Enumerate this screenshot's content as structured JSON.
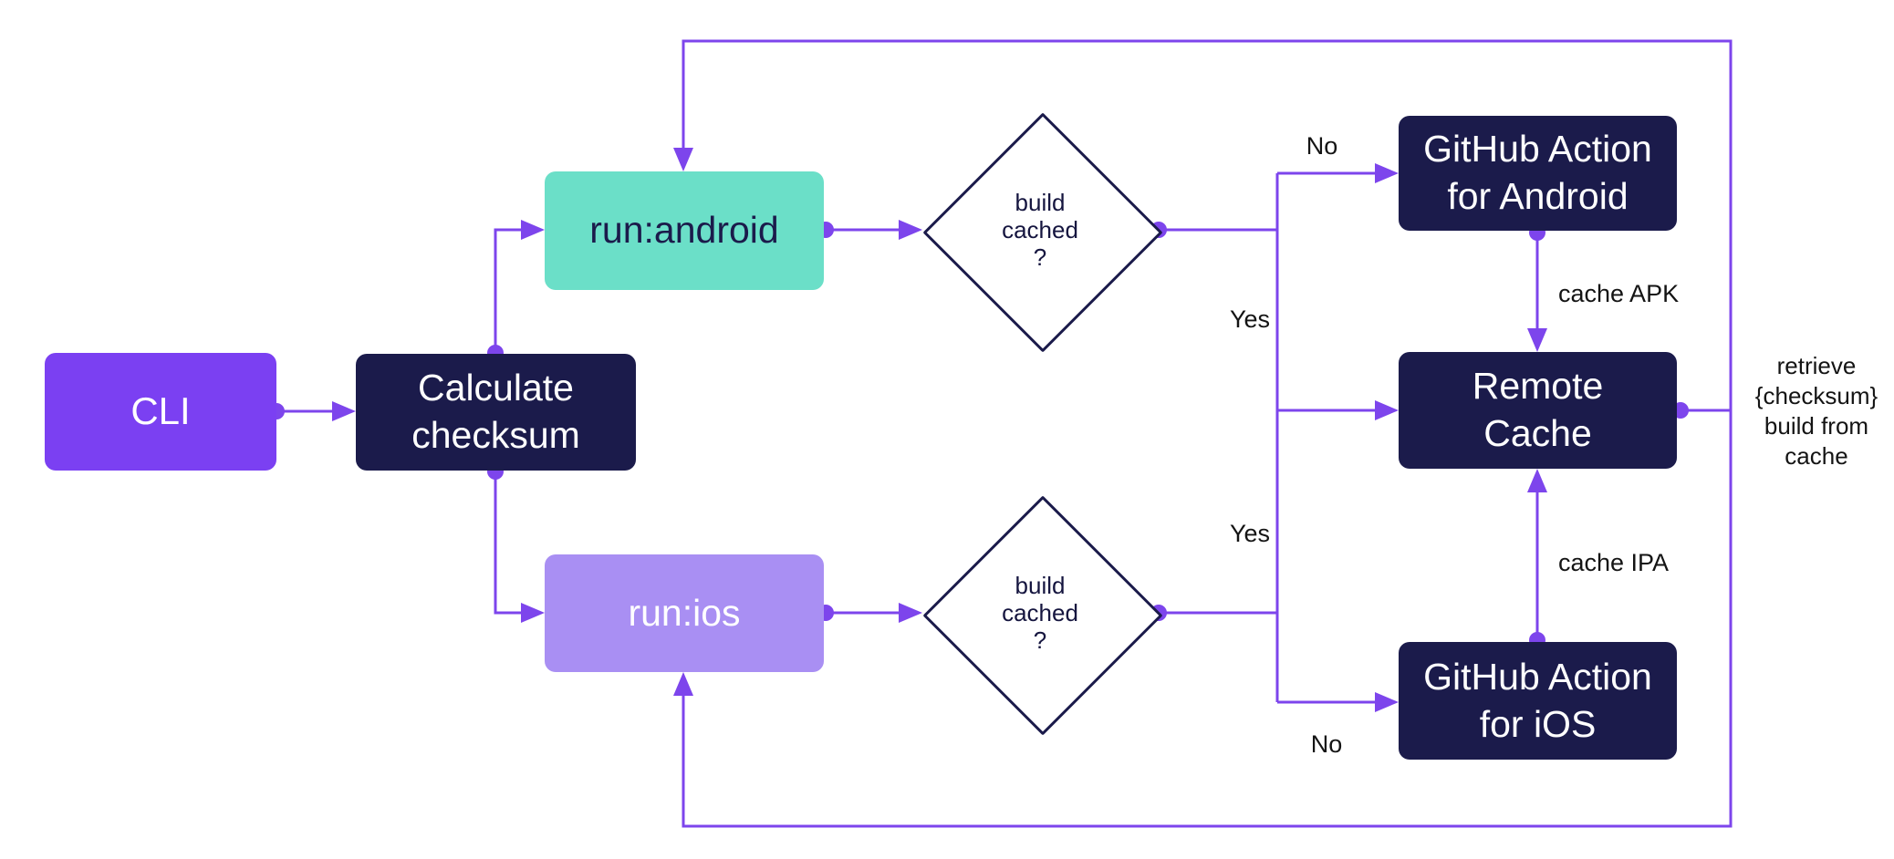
{
  "colors": {
    "purple": "#7b40f2",
    "line": "#7d45ec",
    "navy": "#1b1b4b",
    "teal": "#6bdfc8",
    "lavender": "#a98ff3",
    "diamond_text": "#15153f",
    "label_text": "#141414"
  },
  "nodes": {
    "cli": {
      "label": "CLI"
    },
    "calculate_checksum": {
      "label": "Calculate\nchecksum"
    },
    "run_android": {
      "label": "run:android"
    },
    "run_ios": {
      "label": "run:ios"
    },
    "android_cached": {
      "label": "build\ncached\n?"
    },
    "ios_cached": {
      "label": "build\ncached\n?"
    },
    "gh_action_android": {
      "label": "GitHub Action\nfor Android"
    },
    "remote_cache": {
      "label": "Remote\nCache"
    },
    "gh_action_ios": {
      "label": "GitHub Action\nfor iOS"
    }
  },
  "edge_labels": {
    "android_no": "No",
    "android_yes": "Yes",
    "ios_yes": "Yes",
    "ios_no": "No",
    "cache_apk": "cache APK",
    "cache_ipa": "cache IPA",
    "retrieve": "retrieve\n{checksum}\nbuild from\ncache"
  }
}
